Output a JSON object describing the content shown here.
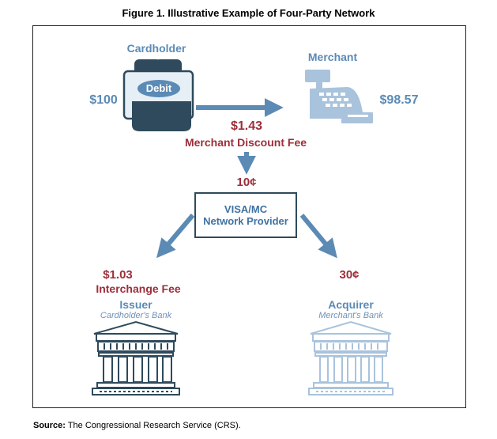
{
  "figure": {
    "title": "Figure 1. Illustrative Example of Four-Party Network",
    "source_label": "Source:",
    "source_text": "The Congressional Research Service (CRS)."
  },
  "cardholder": {
    "label": "Cardholder",
    "card_text": "Debit",
    "amount": "$100"
  },
  "merchant": {
    "label": "Merchant",
    "amount": "$98.57"
  },
  "discount": {
    "amount": "$1.43",
    "label": "Merchant Discount Fee"
  },
  "network": {
    "fee": "10¢",
    "line1": "VISA/MC",
    "line2": "Network Provider"
  },
  "issuer": {
    "amount": "$1.03",
    "fee_label": "Interchange Fee",
    "label": "Issuer",
    "sublabel": "Cardholder's Bank"
  },
  "acquirer": {
    "amount": "30¢",
    "label": "Acquirer",
    "sublabel": "Merchant's Bank"
  },
  "colors": {
    "blue": "#5b8ab5",
    "red": "#9c2e3a",
    "dark": "#2e4a5c",
    "light_blue": "#a9c3dc"
  }
}
